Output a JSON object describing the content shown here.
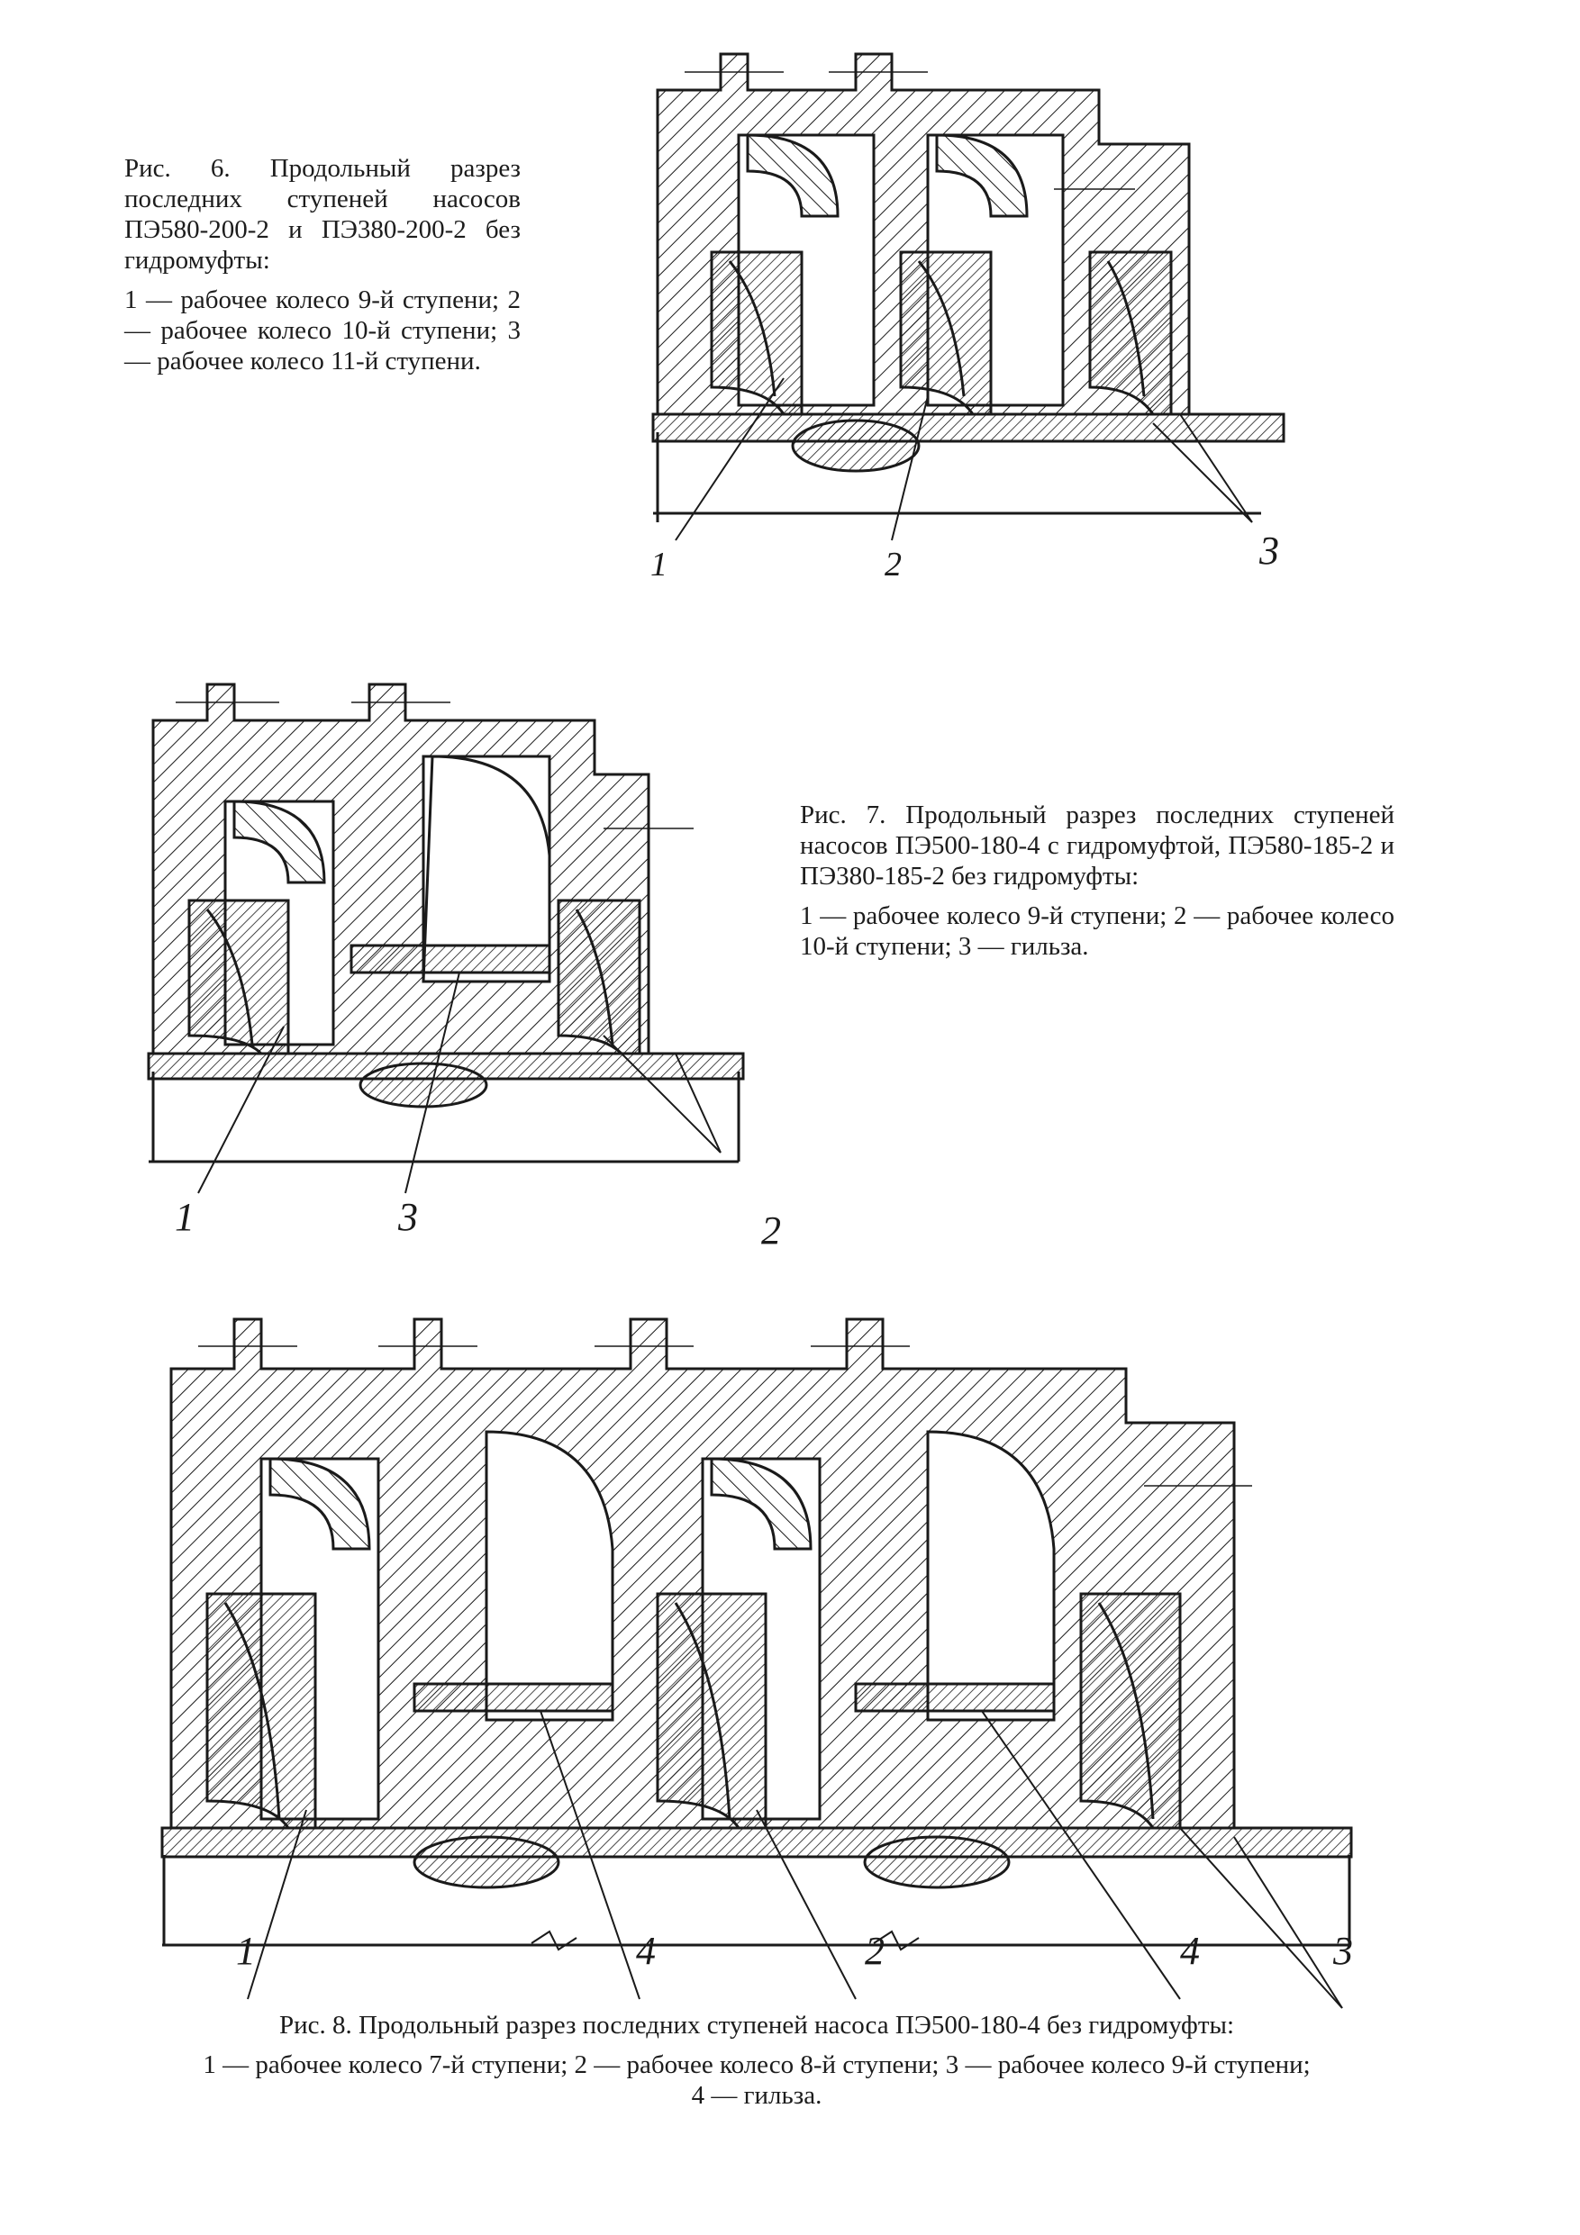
{
  "figures": {
    "fig6": {
      "caption": "Рис. 6. Продольный разрез последних ступеней насосов ПЭ580-200-2 и ПЭ380-200-2 без гидромуфты:",
      "legend": "1 — рабочее колесо 9-й ступени; 2 — рабочее колесо 10-й ступени; 3 — рабочее колесо 11-й ступени.",
      "callouts": [
        "1",
        "2",
        "3"
      ]
    },
    "fig7": {
      "caption": "Рис. 7. Продольный разрез последних ступеней насосов ПЭ500-180-4 с гидромуфтой, ПЭ580-185-2 и ПЭ380-185-2 без гидромуфты:",
      "legend": "1 — рабочее колесо 9-й ступени; 2 — рабочее колесо 10-й ступени; 3 — гильза.",
      "callouts": [
        "1",
        "3",
        "2"
      ]
    },
    "fig8": {
      "caption": "Рис. 8. Продольный разрез последних ступеней насоса ПЭ500-180-4 без гидромуфты:",
      "legend": "1 — рабочее колесо 7-й ступени; 2 — рабочее колесо 8-й ступени; 3 — рабочее колесо 9-й ступени; 4 — гильза.",
      "callouts": [
        "1",
        "4",
        "2",
        "4",
        "3"
      ]
    }
  },
  "colors": {
    "ink": "#1a1a1a",
    "paper": "#ffffff"
  }
}
